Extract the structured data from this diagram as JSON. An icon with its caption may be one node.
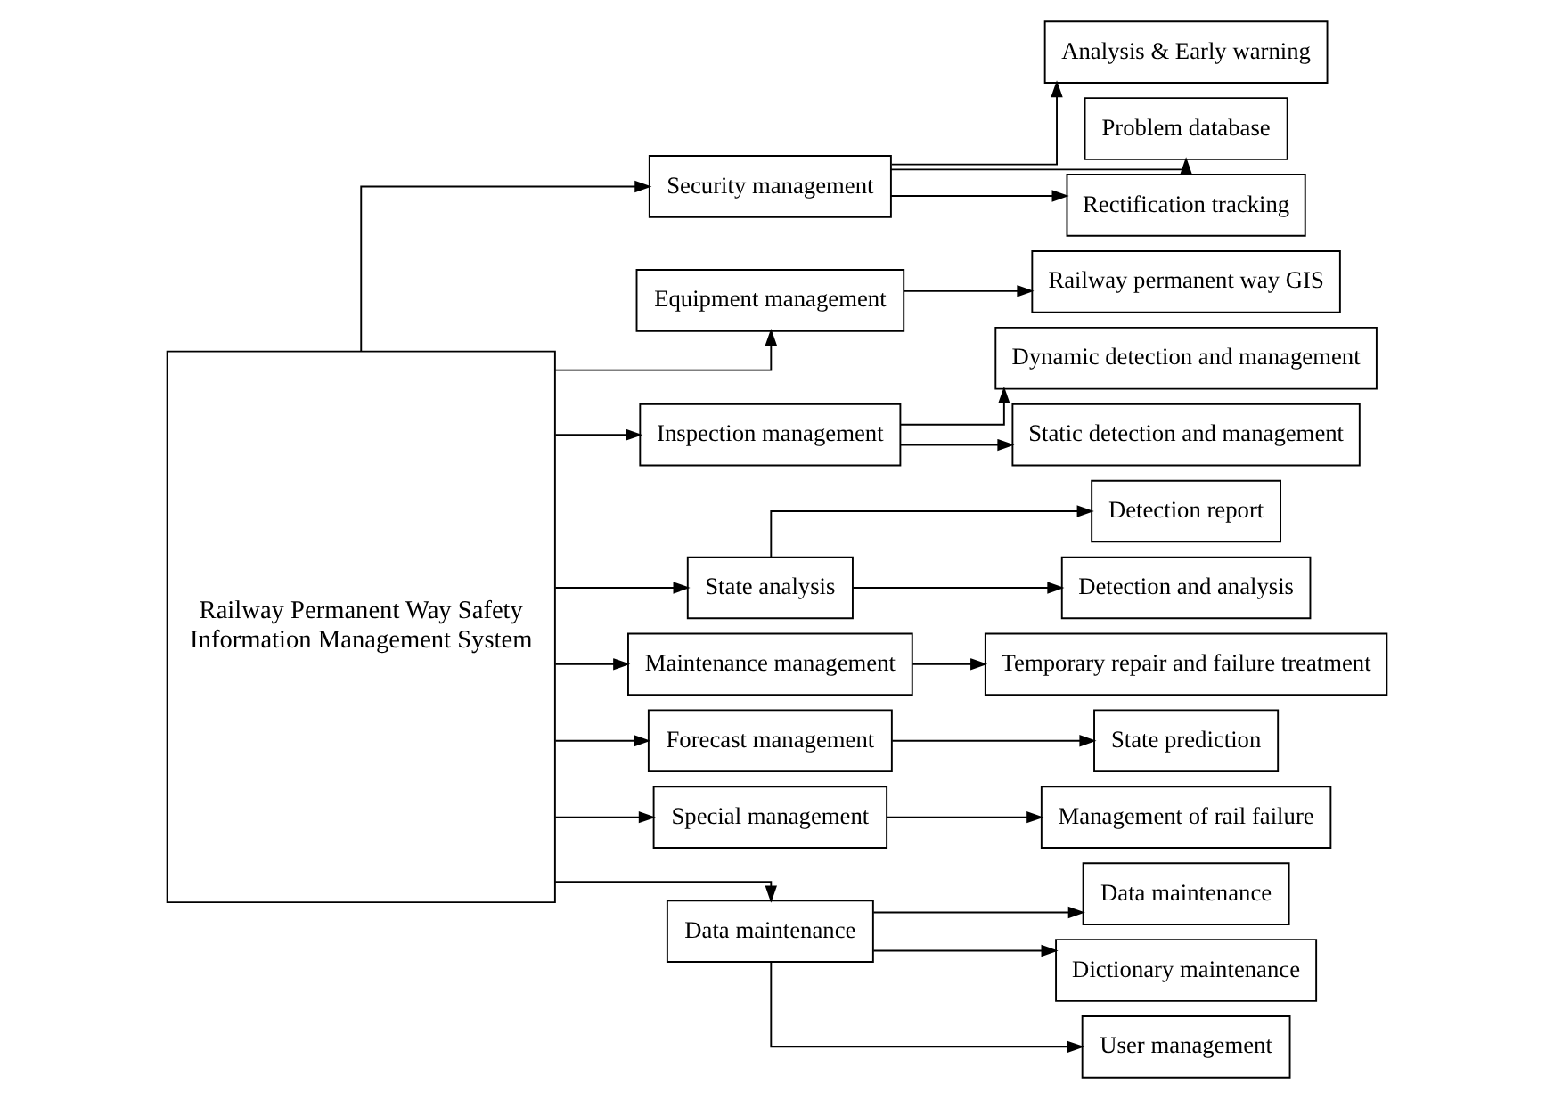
{
  "diagram": {
    "nodes": [
      {
        "text": [
          "Railway Permanent Way Safety Information Management System"
        ]
      },
      {
        "text": [
          "Security management"
        ]
      },
      {
        "text": [
          "Equipment management"
        ]
      },
      {
        "text": [
          "Inspection management"
        ]
      },
      {
        "text": [
          "State analysis"
        ]
      },
      {
        "text": [
          "Maintenance management"
        ]
      },
      {
        "text": [
          "Forecast management"
        ]
      },
      {
        "text": [
          "Special management"
        ]
      },
      {
        "text": [
          "Data maintenance"
        ]
      },
      {
        "text": [
          "Analysis & Early warning"
        ]
      },
      {
        "text": [
          "Problem database"
        ]
      },
      {
        "text": [
          "Rectification tracking"
        ]
      },
      {
        "text": [
          "Railway permanent way GIS"
        ]
      },
      {
        "text": [
          "Dynamic detection and management"
        ]
      },
      {
        "text": [
          "Static detection and management"
        ]
      },
      {
        "text": [
          "Detection report"
        ]
      },
      {
        "text": [
          "Detection and analysis"
        ]
      },
      {
        "text": [
          "Temporary repair and failure treatment"
        ]
      },
      {
        "text": [
          "State prediction"
        ]
      },
      {
        "text": [
          "Management of rail failure"
        ]
      },
      {
        "text": [
          "Data maintenance"
        ]
      },
      {
        "text": [
          "Dictionary maintenance"
        ]
      },
      {
        "text": [
          "User management"
        ]
      }
    ],
    "edges": [
      {
        "from": 0,
        "to": 1,
        "arrow": "to"
      },
      {
        "from": 0,
        "to": 2,
        "arrow": "to"
      },
      {
        "from": 0,
        "to": 3,
        "arrow": "to"
      },
      {
        "from": 0,
        "to": 4,
        "arrow": "to"
      },
      {
        "from": 0,
        "to": 5,
        "arrow": "to"
      },
      {
        "from": 0,
        "to": 6,
        "arrow": "to"
      },
      {
        "from": 0,
        "to": 7,
        "arrow": "to"
      },
      {
        "from": 0,
        "to": 8,
        "arrow": "to"
      },
      {
        "from": 1,
        "to": 9,
        "arrow": "to"
      },
      {
        "from": 1,
        "to": 10,
        "arrow": "to"
      },
      {
        "from": 1,
        "to": 11,
        "arrow": "to"
      },
      {
        "from": 2,
        "to": 12,
        "arrow": "to"
      },
      {
        "from": 3,
        "to": 13,
        "arrow": "to"
      },
      {
        "from": 3,
        "to": 14,
        "arrow": "to"
      },
      {
        "from": 4,
        "to": 15,
        "arrow": "to"
      },
      {
        "from": 4,
        "to": 16,
        "arrow": "to"
      },
      {
        "from": 5,
        "to": 17,
        "arrow": "to"
      },
      {
        "from": 6,
        "to": 18,
        "arrow": "to"
      },
      {
        "from": 7,
        "to": 19,
        "arrow": "to"
      },
      {
        "from": 8,
        "to": 20,
        "arrow": "to"
      },
      {
        "from": 8,
        "to": 21,
        "arrow": "to"
      },
      {
        "from": 8,
        "to": 22,
        "arrow": "to"
      }
    ]
  }
}
